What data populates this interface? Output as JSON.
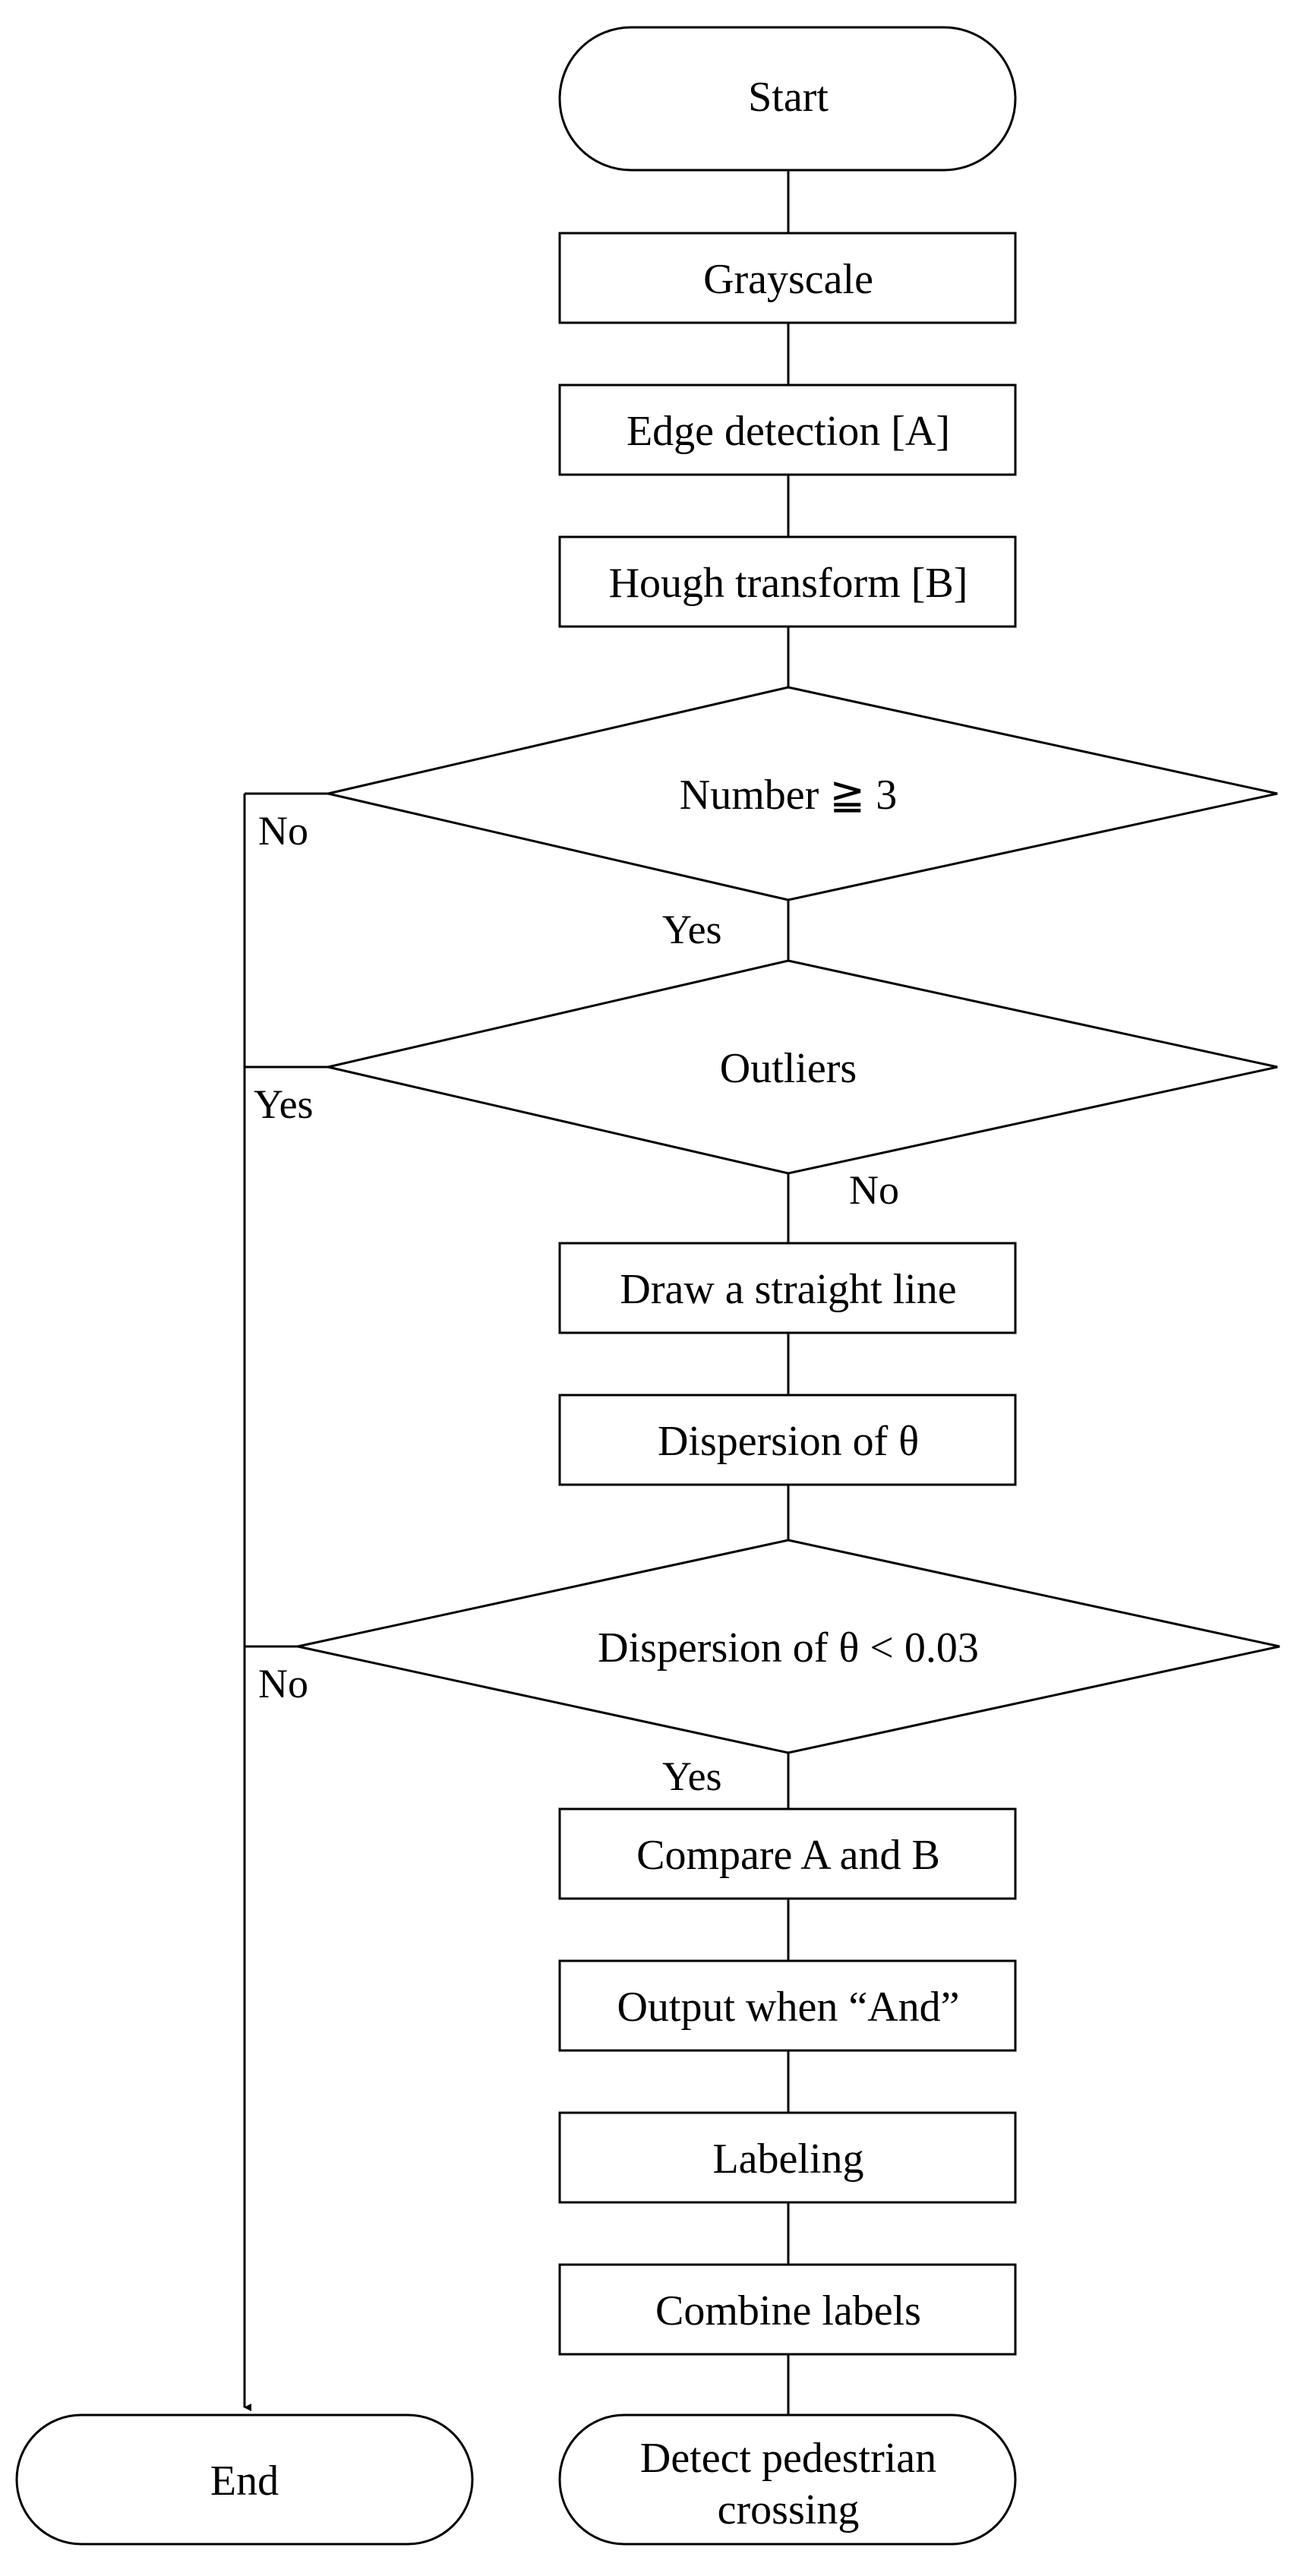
{
  "nodes": {
    "start": "Start",
    "grayscale": "Grayscale",
    "edge_detection": "Edge detection [A]",
    "hough_transform": "Hough transform [B]",
    "number_check": "Number ≧ 3",
    "outliers": "Outliers",
    "draw_line": "Draw a straight line",
    "dispersion": "Dispersion of θ",
    "dispersion_check": "Dispersion of θ < 0.03",
    "compare": "Compare A and B",
    "output_and": "Output when “And”",
    "labeling": "Labeling",
    "combine_labels": "Combine labels",
    "detect_line1": "Detect pedestrian",
    "detect_line2": "crossing",
    "end": "End"
  },
  "edges": {
    "number_no": "No",
    "number_yes": "Yes",
    "outliers_yes": "Yes",
    "outliers_no": "No",
    "dispersion_no": "No",
    "dispersion_yes": "Yes"
  }
}
